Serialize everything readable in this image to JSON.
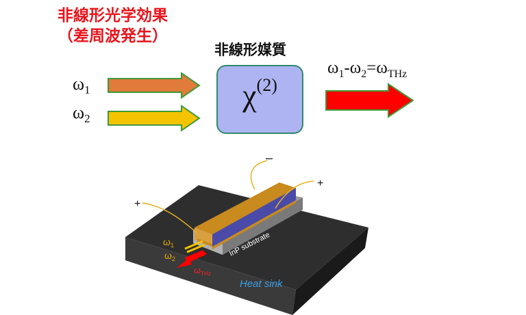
{
  "title": {
    "line1": "非線形光学効果",
    "line2": "（差周波発生）"
  },
  "medium_label": "非線形媒質",
  "inputs": [
    {
      "symbol": "ω",
      "sub": "1",
      "color": "#e07b3a"
    },
    {
      "symbol": "ω",
      "sub": "2",
      "color": "#f5c400"
    }
  ],
  "chi": {
    "symbol": "χ",
    "order": "(2)"
  },
  "equation": {
    "a": "ω",
    "a_sub": "1",
    "minus": "-",
    "b": "ω",
    "b_sub": "2",
    "equals": "=",
    "c": "ω",
    "c_sub": "THz"
  },
  "output_color": "#ff0000",
  "device": {
    "minus": "–",
    "plus_top": "+",
    "plus_left": "+",
    "substrate": "InP substrate",
    "heatsink": "Heat sink",
    "w1": "ω",
    "w1_sub": "1",
    "w2": "ω",
    "w2_sub": "2",
    "wthz": "ω",
    "wthz_sub": "THz",
    "colors": {
      "heatsink": "#2b2b2b",
      "metal": "#c98a1e",
      "active": "#4a4aa8",
      "label_thz": "#ff2020",
      "label_w": "#e6a800",
      "heatsink_text": "#3aa0e6"
    }
  }
}
